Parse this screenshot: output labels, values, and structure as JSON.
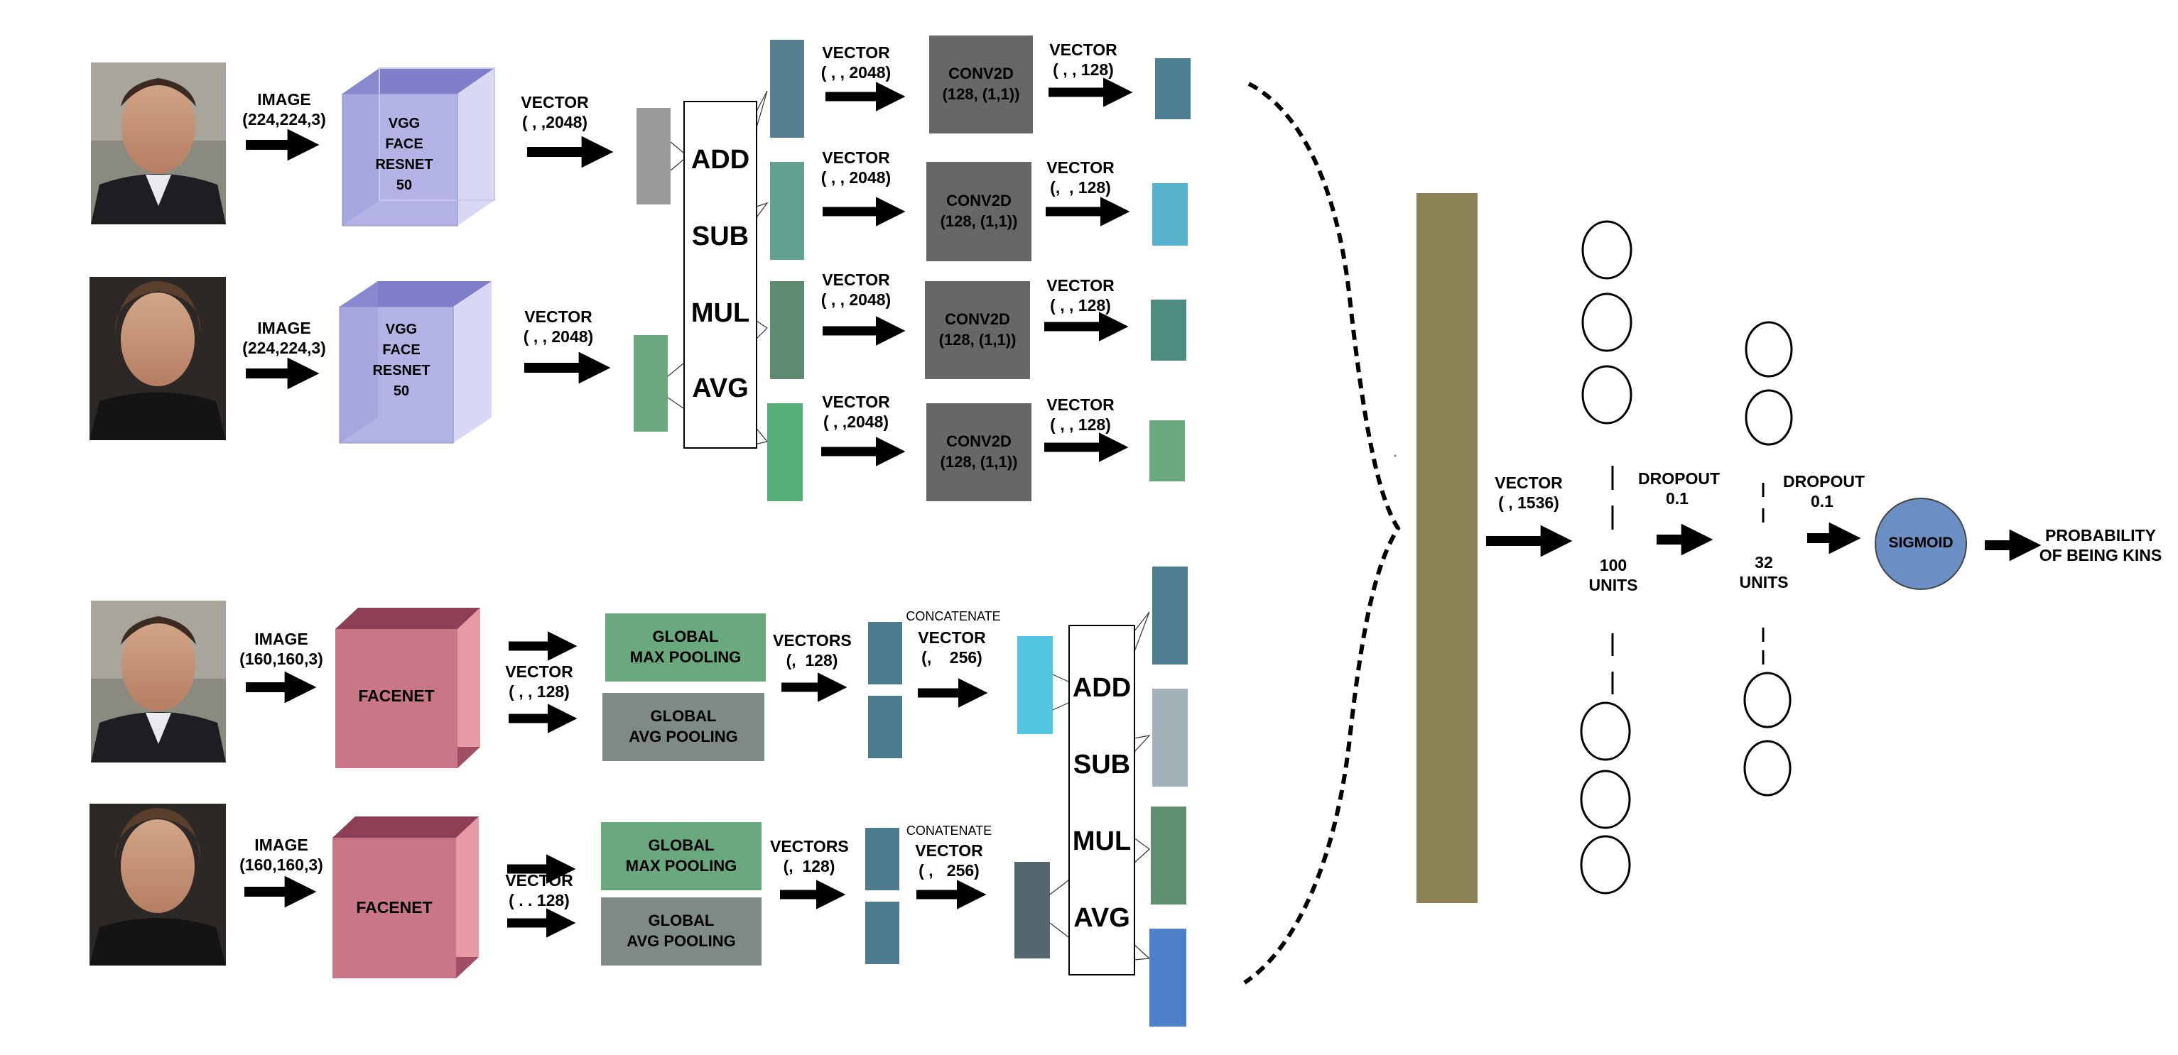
{
  "colors": {
    "vgg_cube": "#9b9bdc",
    "facenet_cube": "#c46f83",
    "conv_box": "#656866",
    "pool_green": "#6aa87e",
    "pool_gray": "#7d8a88",
    "dense_bar": "#8c8457",
    "sigmoid": "#6b8fc4"
  },
  "top": {
    "rows": [
      {
        "image_label": "IMAGE\n(224,224,3)",
        "model": "VGG\nFACE\nRESNET\n50",
        "vector_label": "VECTOR\n( , ,2048)"
      },
      {
        "image_label": "IMAGE\n(224,224,3)",
        "model": "VGG\nFACE\nRESNET\n50",
        "vector_label": "VECTOR\n( , , 2048)"
      }
    ],
    "ops": [
      "ADD",
      "SUB",
      "MUL",
      "AVG"
    ],
    "branches": [
      {
        "in_vec": "VECTOR\n( , , 2048)",
        "conv": "CONV2D\n(128, (1,1))",
        "out_vec": "VECTOR\n( , , 128)"
      },
      {
        "in_vec": "VECTOR\n( , , 2048)",
        "conv": "CONV2D\n(128, (1,1))",
        "out_vec": "VECTOR\n(,  , 128)"
      },
      {
        "in_vec": "VECTOR\n( , , 2048)",
        "conv": "CONV2D\n(128, (1,1))",
        "out_vec": "VECTOR\n( , , 128)"
      },
      {
        "in_vec": "VECTOR\n( , ,2048)",
        "conv": "CONV2D\n(128, (1,1))",
        "out_vec": "VECTOR\n( , , 128)"
      }
    ]
  },
  "bottom": {
    "rows": [
      {
        "image_label": "IMAGE\n(160,160,3)",
        "model": "FACENET",
        "vector_label": "VECTOR\n( , , 128)",
        "pool_max": "GLOBAL\nMAX POOLING",
        "pool_avg": "GLOBAL\nAVG POOLING",
        "vectors_label": "VECTORS\n(,  128)",
        "concat_label": "CONCATENATE",
        "concat_vec": "VECTOR\n(,    256)"
      },
      {
        "image_label": "IMAGE\n(160,160,3)",
        "model": "FACENET",
        "vector_label": "VECTOR\n( . . 128)",
        "pool_max": "GLOBAL\nMAX POOLING",
        "pool_avg": "GLOBAL\nAVG POOLING",
        "vectors_label": "VECTORS\n(,  128)",
        "concat_label": "CONATENATE",
        "concat_vec": "VECTOR\n( ,   256)"
      }
    ],
    "ops": [
      "ADD",
      "SUB",
      "MUL",
      "AVG"
    ]
  },
  "head": {
    "vector_label": "VECTOR\n( , 1536)",
    "layer1_units": "100\nUNITS",
    "dropout1": "DROPOUT\n0.1",
    "layer2_units": "32\nUNITS",
    "dropout2": "DROPOUT\n0.1",
    "sigmoid": "SIGMOID",
    "output": "PROBABILITY\nOF BEING KINS"
  }
}
